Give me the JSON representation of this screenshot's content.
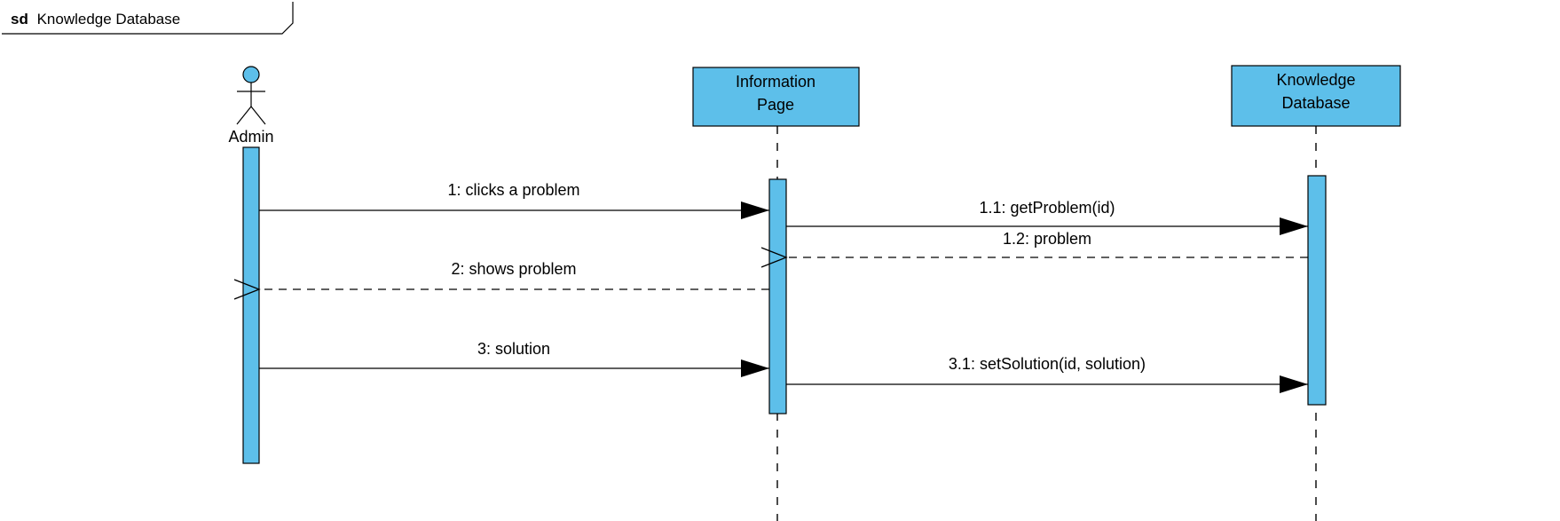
{
  "frame": {
    "keyword": "sd",
    "name": "Knowledge Database"
  },
  "participants": {
    "actor": {
      "label": "Admin"
    },
    "info_page": {
      "line1": "Information",
      "line2": "Page"
    },
    "knowledge_db": {
      "line1": "Knowledge",
      "line2": "Database"
    }
  },
  "messages": {
    "m1": "1: clicks a problem",
    "m1_1": "1.1: getProblem(id)",
    "m1_2": "1.2: problem",
    "m2": "2: shows problem",
    "m3": "3: solution",
    "m3_1": "3.1: setSolution(id, solution)"
  },
  "colors": {
    "box_fill": "#5DBFEA",
    "line": "#000000",
    "background": "#ffffff"
  }
}
